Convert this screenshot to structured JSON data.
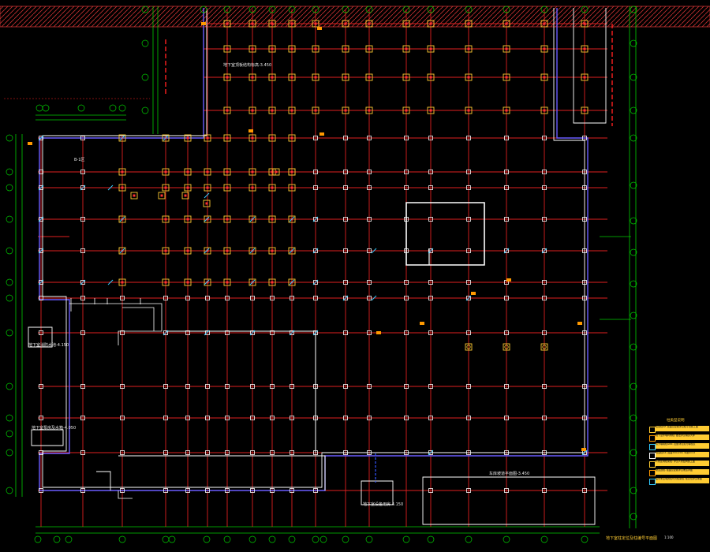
{
  "drawing": {
    "title": "地下室柱定位及柱编号平面图",
    "scale": "1:100",
    "colors": {
      "background": "#000000",
      "grid_line": "#e02020",
      "axis_line": "#00cc00",
      "wall": "#ffffff",
      "wall_outline": "#6a5cff",
      "column": "#ffcc33",
      "annotation": "#33ccff",
      "hatch": "#c83232"
    },
    "area_labels": {
      "north_block": "地下室顶板结构标高-3.450",
      "west_room_1": "地下室消防水池-4.150",
      "west_room_2": "地下室泵房及水箱-4.050",
      "south_room": "地下室设备用房-4.150",
      "southeast_block": "车库坡道平面图-3.450",
      "label_a": "B-1区"
    },
    "legend": {
      "title": "柱类型说明",
      "items": [
        "框架柱KZ, 截面及配筋详见柱平法施工图",
        "地下室外墙转角柱, 做法详见墙身大样",
        "剪力墙暗柱GBZ, 配筋详见剪力墙柱表",
        "构造柱GZ, 截面200x200, 纵筋4C12",
        "人防区域框架柱, 详见人防结构施工图",
        "坡道边柱, 截面及配筋详见坡道详图",
        "图中未注明的柱均为框架柱, 柱定位详见本图"
      ]
    }
  }
}
